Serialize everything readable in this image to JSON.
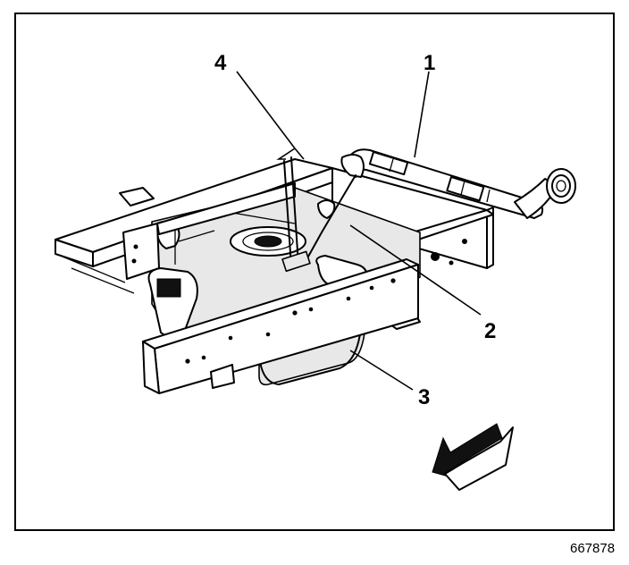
{
  "callouts": [
    {
      "id": "1",
      "label": "1"
    },
    {
      "id": "2",
      "label": "2"
    },
    {
      "id": "3",
      "label": "3"
    },
    {
      "id": "4",
      "label": "4"
    }
  ],
  "figure_number": "667878",
  "colors": {
    "line": "#000000",
    "background": "#ffffff"
  }
}
